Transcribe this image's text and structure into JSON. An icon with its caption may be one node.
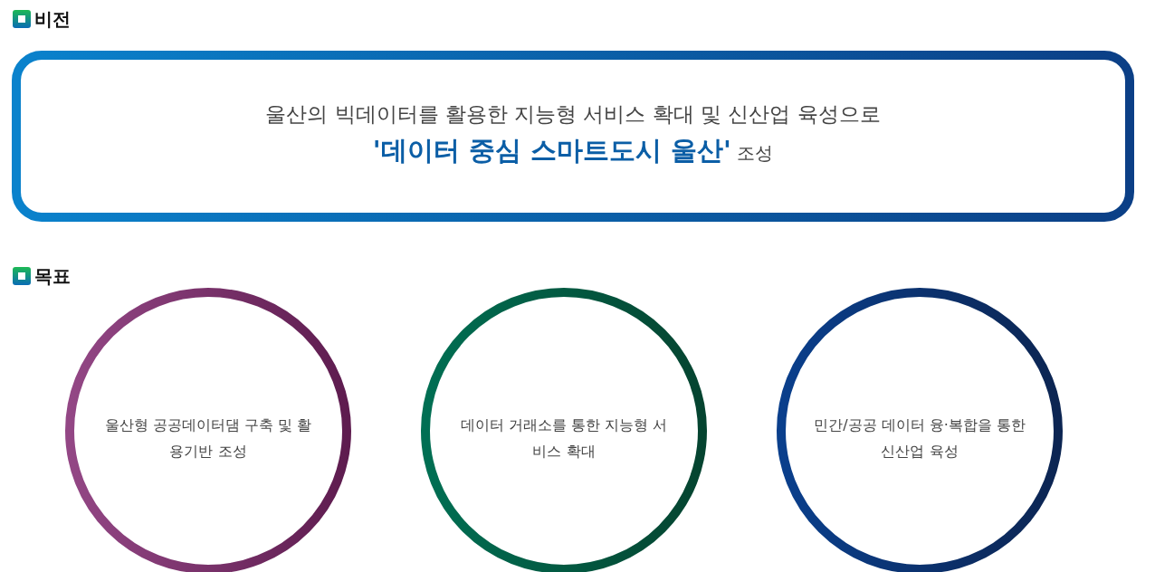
{
  "diagram": {
    "nodes": [
      {
        "text": [
          "울산의 빅데이터를 활용한 지능형 서비스 확대 및 신산업 육성으로",
          "**'데이터 중심 스마트도시 울산'** 조성"
        ]
      },
      {
        "text": [
          "울산형 공공데이터댐 구축 및 활용기반 조성"
        ]
      },
      {
        "text": [
          "데이터 거래소를 통한 지능형 서비스 확대"
        ]
      },
      {
        "text": [
          "민간/공공 데이터 융·복합을 통한 신산업 육성"
        ]
      }
    ],
    "labels": [
      "비전",
      "목표"
    ]
  }
}
